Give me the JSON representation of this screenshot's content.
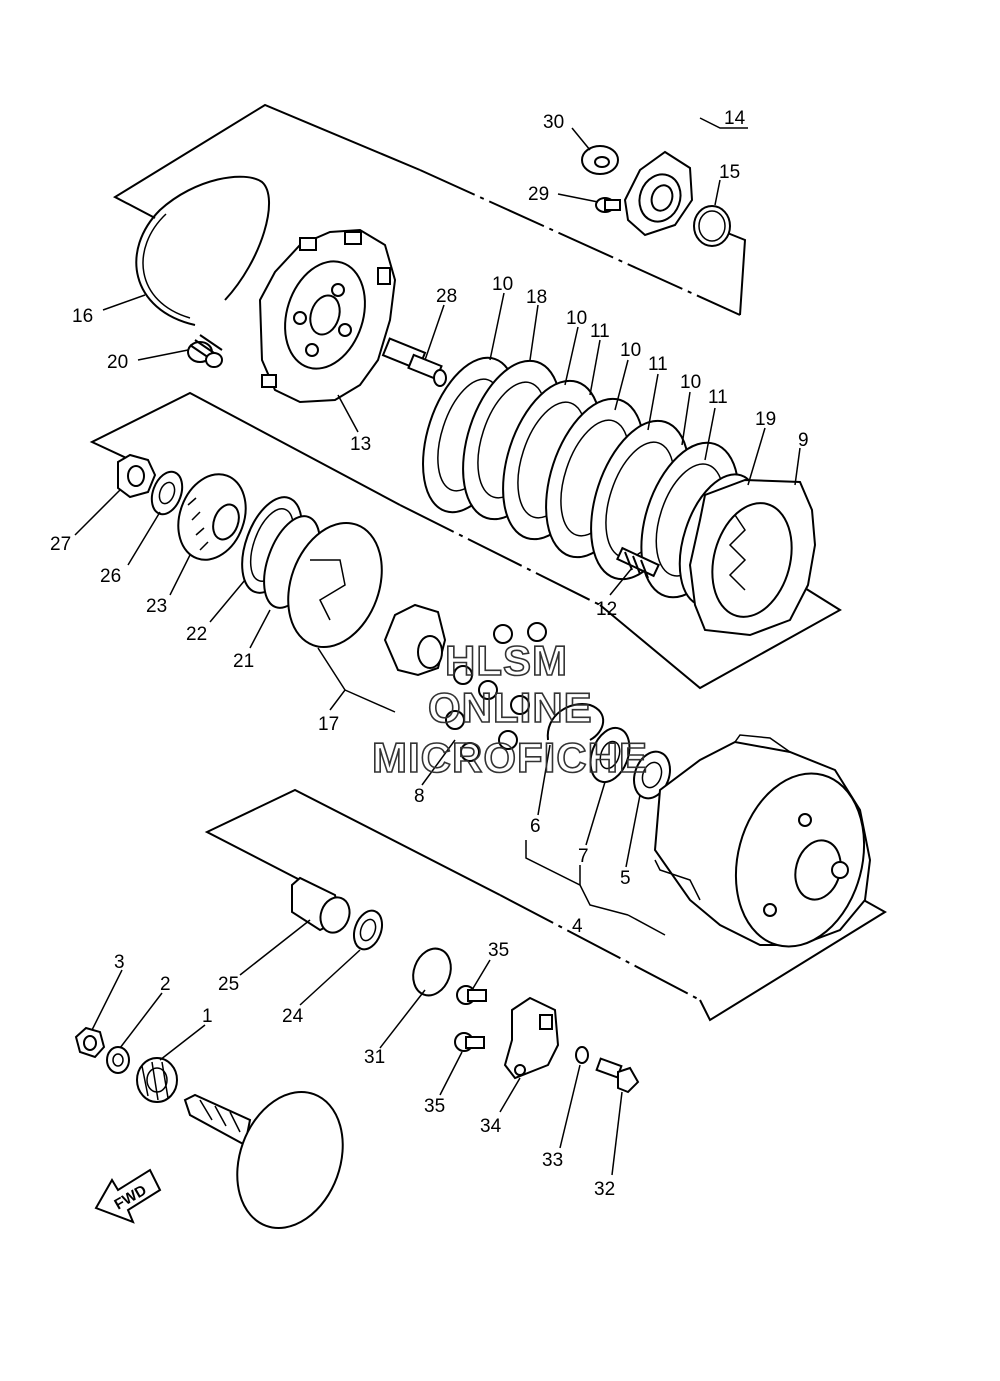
{
  "watermark": {
    "line1": "HLSM",
    "line2": "ONLINE",
    "line3": "MICROFICHE"
  },
  "direction_arrow": {
    "label": "FWD",
    "icon": "fwd-arrow-icon"
  },
  "callouts": [
    {
      "id": "1",
      "text": "1"
    },
    {
      "id": "2",
      "text": "2"
    },
    {
      "id": "3",
      "text": "3"
    },
    {
      "id": "4",
      "text": "4"
    },
    {
      "id": "5",
      "text": "5"
    },
    {
      "id": "6",
      "text": "6"
    },
    {
      "id": "7",
      "text": "7"
    },
    {
      "id": "8",
      "text": "8"
    },
    {
      "id": "9",
      "text": "9"
    },
    {
      "id": "10a",
      "text": "10"
    },
    {
      "id": "10b",
      "text": "10"
    },
    {
      "id": "10c",
      "text": "10"
    },
    {
      "id": "10d",
      "text": "10"
    },
    {
      "id": "11a",
      "text": "11"
    },
    {
      "id": "11b",
      "text": "11"
    },
    {
      "id": "11c",
      "text": "11"
    },
    {
      "id": "12",
      "text": "12"
    },
    {
      "id": "13",
      "text": "13"
    },
    {
      "id": "14",
      "text": "14"
    },
    {
      "id": "15",
      "text": "15"
    },
    {
      "id": "16",
      "text": "16"
    },
    {
      "id": "17",
      "text": "17"
    },
    {
      "id": "18",
      "text": "18"
    },
    {
      "id": "19",
      "text": "19"
    },
    {
      "id": "20",
      "text": "20"
    },
    {
      "id": "21",
      "text": "21"
    },
    {
      "id": "22",
      "text": "22"
    },
    {
      "id": "23",
      "text": "23"
    },
    {
      "id": "24",
      "text": "24"
    },
    {
      "id": "25",
      "text": "25"
    },
    {
      "id": "26",
      "text": "26"
    },
    {
      "id": "27",
      "text": "27"
    },
    {
      "id": "28",
      "text": "28"
    },
    {
      "id": "29",
      "text": "29"
    },
    {
      "id": "30",
      "text": "30"
    },
    {
      "id": "31",
      "text": "31"
    },
    {
      "id": "32",
      "text": "32"
    },
    {
      "id": "33",
      "text": "33"
    },
    {
      "id": "34",
      "text": "34"
    },
    {
      "id": "35a",
      "text": "35"
    },
    {
      "id": "35b",
      "text": "35"
    }
  ]
}
